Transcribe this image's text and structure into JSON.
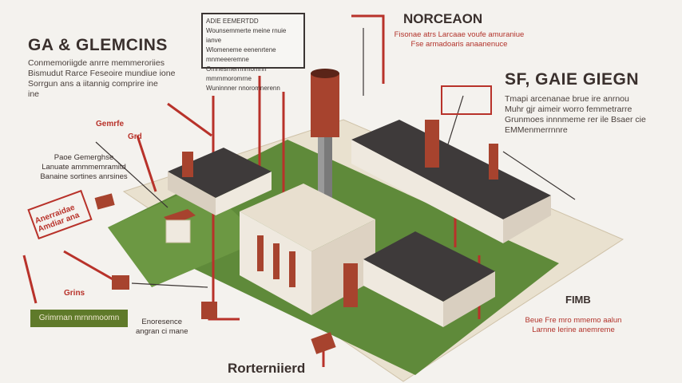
{
  "diagram": {
    "left_title": "GA & GLEMCINS",
    "left_paragraph": "Conmemoriigde  anrre  memmeroriies\nBismudut Rarce Feseoire mundiue ione\nSorrgun ans a iitannig   comprire ine\nine",
    "left_label_red_1": "Gemrfe",
    "left_label_red_2": "Grd",
    "left_note": "Paoe Gemerghse\nLanuate ammmemramitd\nBanaine sortines anrsines",
    "left_signpost": "Anerraidae\nAmdiar ana",
    "left_label_3": "Grins",
    "ground_strip": "Grimrnan mrnnmoomn",
    "bottom_left_label": "Enoresence\nangran ci mane",
    "bottom_center_label": "Rorterniierd",
    "top_box_lines": [
      "ADIE EEMERTDD",
      "Wounsemmerte meine rnuie ianve",
      "Wlomeneme eenenrtene mnmeeeremne",
      "Omnesmerrmmomnn mmrnmoromrne",
      "Wuninnner nnoromnerenn"
    ],
    "top_right_title": "NORCEAON",
    "top_right_text": "Fisonae atrs Larcaae voufe  amuraniue\nFse  armadoaris anaanenuce",
    "right_title": "SF, GAIE GIEGN",
    "right_paragraph": "Tmapi arcenanae brue  ire  anrnou\nMuhr gjr aimeir worro femmetrarre\nGrunmoes innnmeme rer ile Bsaer cie\nEMMenmerrnnre",
    "right_tag": "FIMB",
    "right_bottom_text": "Beue Fre mro mmemo aalun\nLarnne lerine anemreme"
  },
  "colors": {
    "ground": "#5f8a3a",
    "base": "#e9e1cf",
    "roof": "#3e3a3a",
    "brick": "#a7432e",
    "wall": "#efe9df",
    "accent": "#b8322a",
    "ink": "#3b3533"
  }
}
